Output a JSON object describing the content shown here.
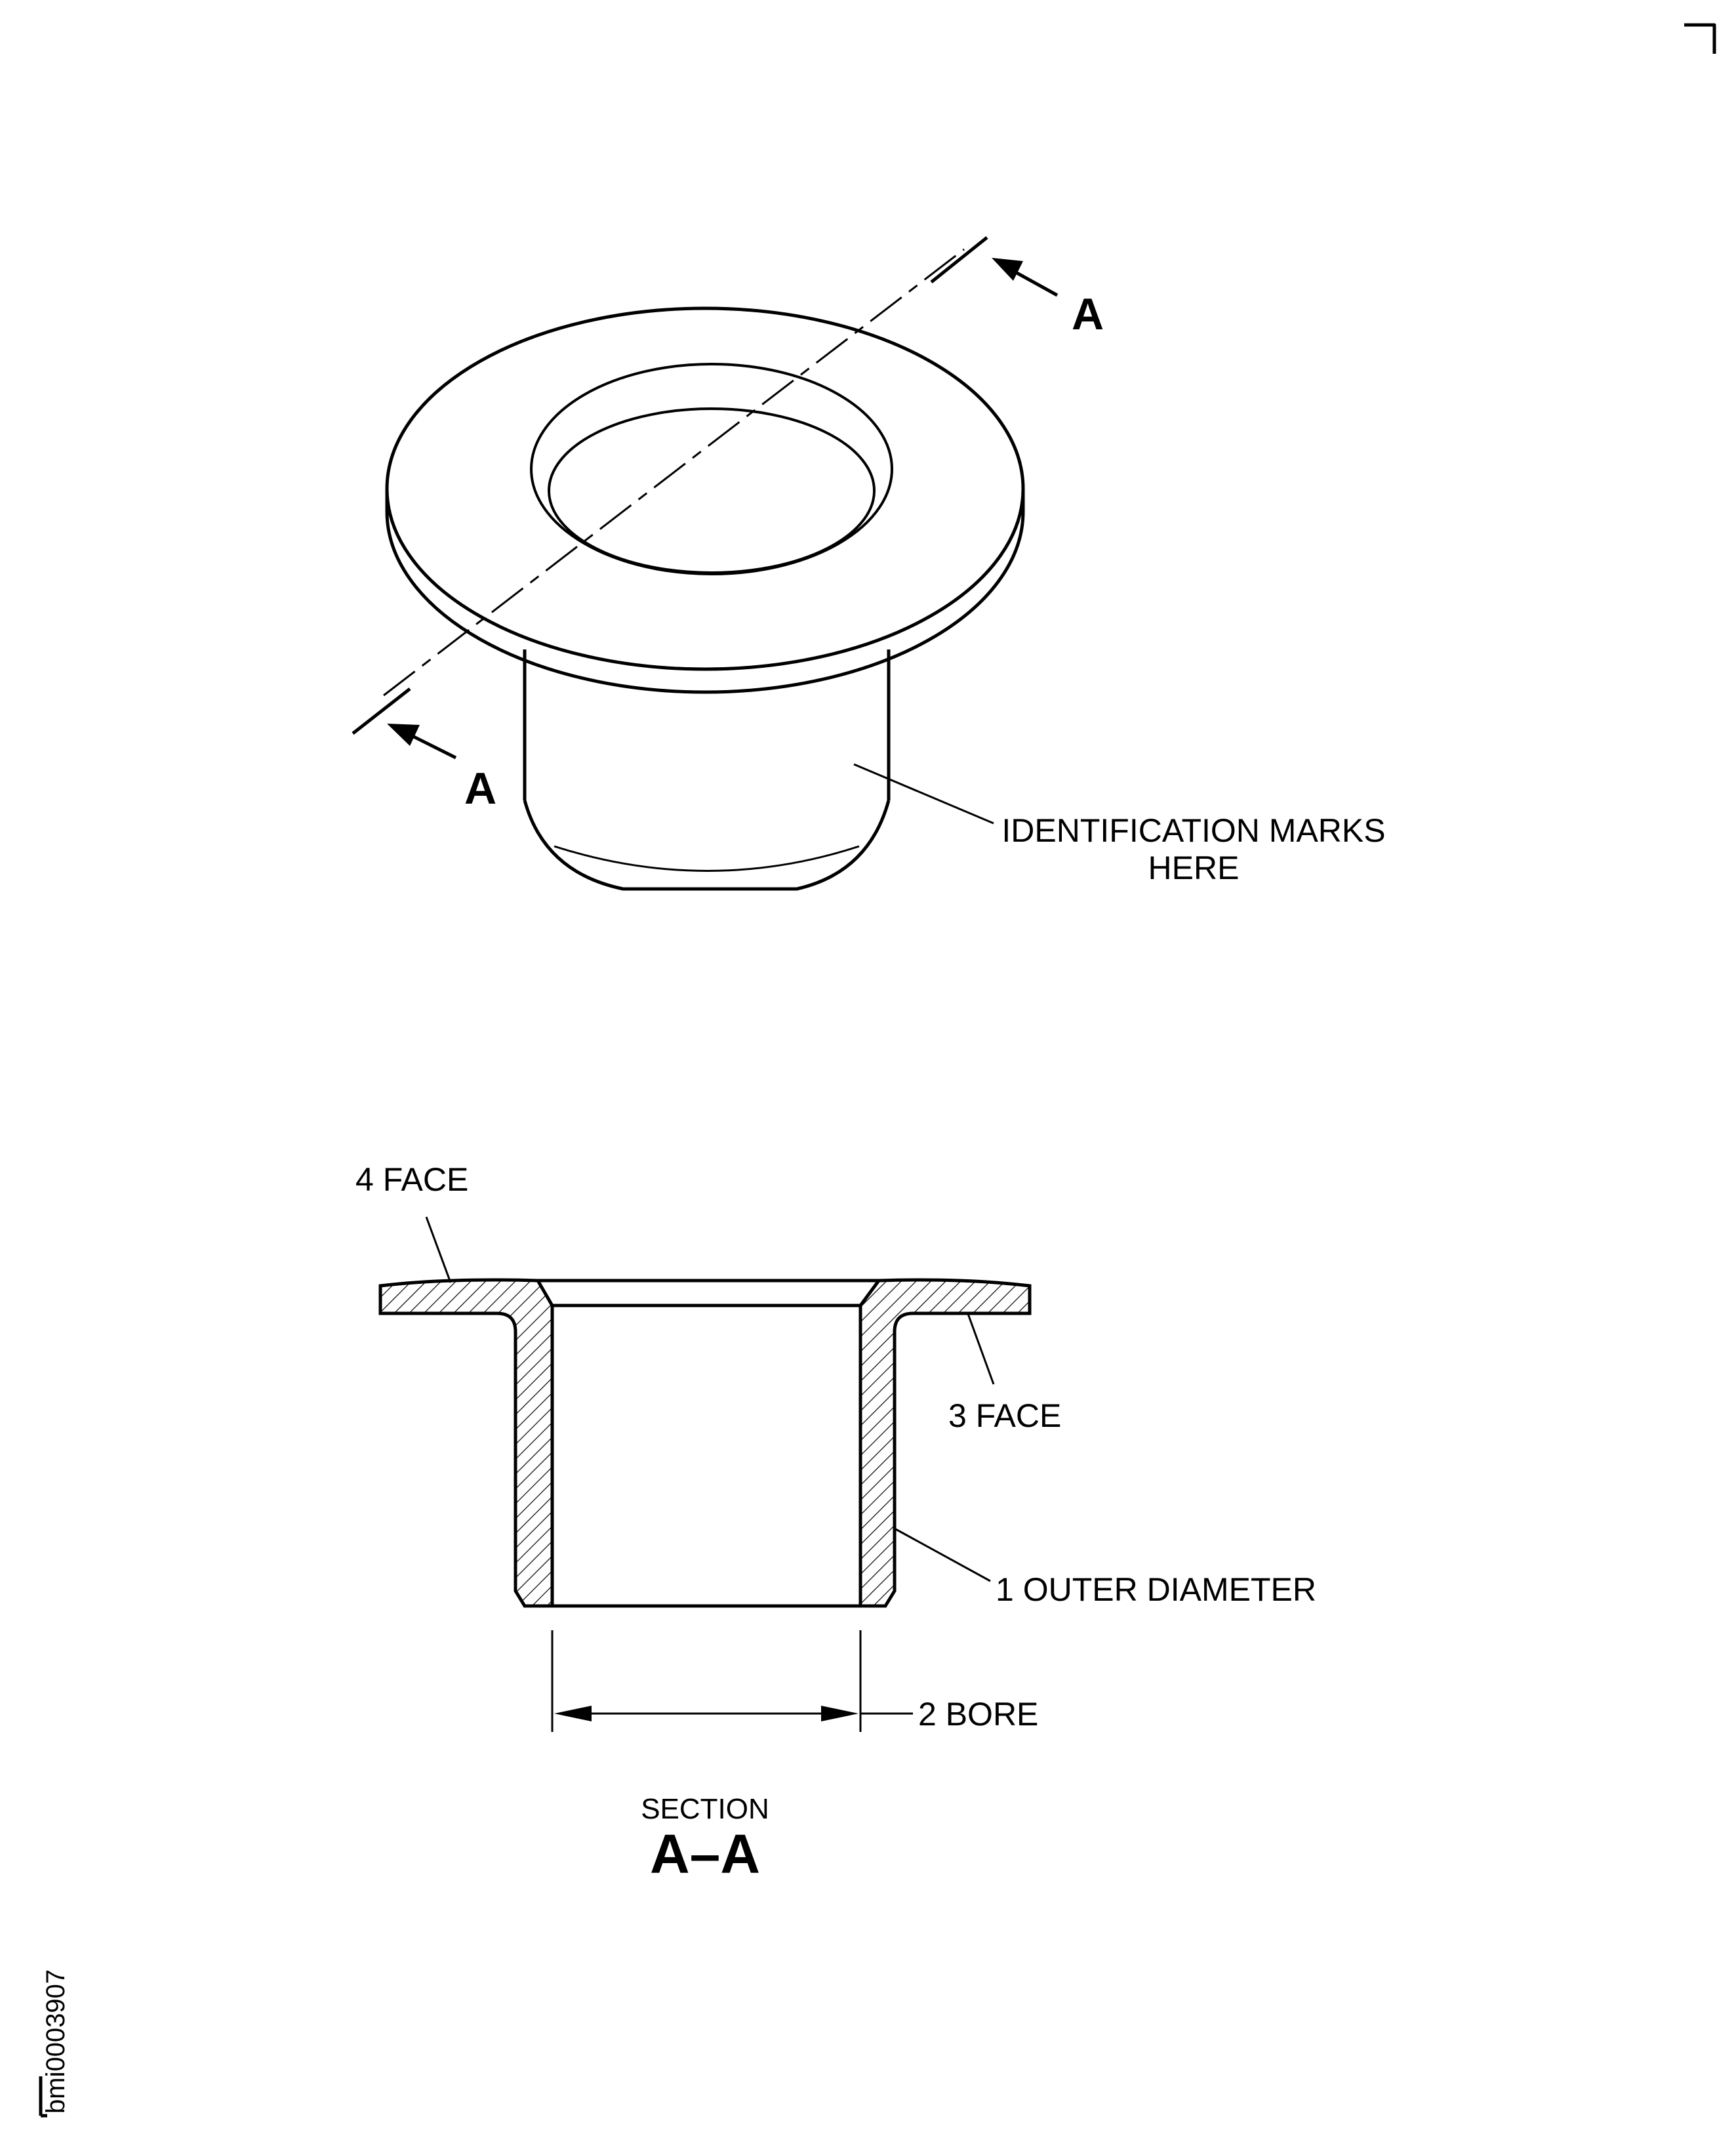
{
  "callouts": {
    "identification_line1": "IDENTIFICATION MARKS",
    "identification_line2": "HERE",
    "face4": "4 FACE",
    "face3": "3 FACE",
    "outer_diameter": "1 OUTER DIAMETER",
    "bore": "2 BORE"
  },
  "section_markers": {
    "upper": "A",
    "lower": "A"
  },
  "section_title": {
    "label": "SECTION",
    "name": "A–A"
  },
  "figure_id": "bmi0003907",
  "colors": {
    "line": "#000000",
    "background": "#ffffff"
  }
}
